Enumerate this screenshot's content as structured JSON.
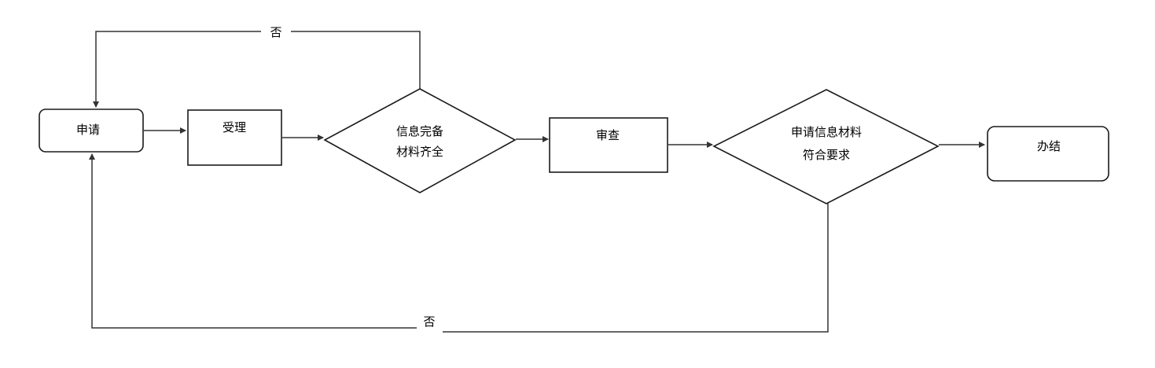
{
  "nodes": {
    "apply": {
      "label": "申请"
    },
    "accept": {
      "label": "受理"
    },
    "check_complete": {
      "line1": "信息完备",
      "line2": "材料齐全"
    },
    "review": {
      "label": "审查"
    },
    "check_valid": {
      "line1": "申请信息材料",
      "line2": "符合要求"
    },
    "done": {
      "label": "办结"
    }
  },
  "edges": {
    "top_feedback": {
      "label": "否"
    },
    "bottom_feedback": {
      "label": "否"
    }
  },
  "colors": {
    "stroke": "#1a1a1a",
    "arrow": "#333333",
    "background": "#ffffff"
  }
}
